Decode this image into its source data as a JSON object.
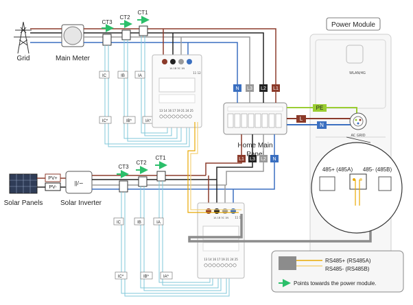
{
  "labels": {
    "grid": "Grid",
    "main_meter": "Main Meter",
    "power_module": "Power Module",
    "wlan": "WLAN/4G",
    "ac_grid": "AC GRID",
    "home_panel_line1": "Home Main",
    "home_panel_line2": "Panel",
    "solar_panels": "Solar Panels",
    "solar_inverter": "Solar Inverter",
    "pv_plus": "PV+",
    "pv_minus": "PV-",
    "inverter_symbol": "||/∽",
    "pe": "PE",
    "l": "L",
    "n": "N",
    "rs485a_port": "485+ (485A)",
    "rs485b_port": "485- (485B)"
  },
  "ct": {
    "top": [
      "CT3",
      "CT2",
      "CT1"
    ],
    "bottom": [
      "CT3",
      "CT2",
      "CT1"
    ]
  },
  "meter_top": {
    "wire_labels": [
      "IC",
      "IB",
      "IA"
    ],
    "wire_labels_star": [
      "IC*",
      "IB*",
      "IA*"
    ],
    "terminal_numbers": "13 14 16 17 19 21 24 25",
    "top_terminals": "1A 1B 3C 1N",
    "rs_terminals": "11 12"
  },
  "meter_bottom": {
    "wire_labels": [
      "IC",
      "IB",
      "IA"
    ],
    "wire_labels_star": [
      "IC*",
      "IB*",
      "IA*"
    ],
    "terminal_numbers": "13 14 16 17 19 21 24 25",
    "top_terminals": "1A 1B 3C 1N",
    "rs_terminals": "11 12"
  },
  "panel_tags": {
    "top": [
      "N",
      "L3",
      "L2",
      "L1"
    ],
    "bottom": [
      "L1",
      "L3",
      "L2",
      "N"
    ]
  },
  "legend": {
    "rs485_plus": "RS485+ (RS485A)",
    "rs485_minus": "RS485- (RS485B)",
    "arrow_note": "Points towards the power module."
  },
  "colors": {
    "L1": "#8B3A2A",
    "L2": "#222222",
    "L3": "#9a9a9a",
    "N": "#3a6fc0",
    "PE": "#9ACD32",
    "ct_wire": "#7fc7d9",
    "arrow": "#2bbf6a",
    "rs485_plus": "#e8a800",
    "rs485_minus": "#f3d27a",
    "cable": "#8c8c8c"
  }
}
